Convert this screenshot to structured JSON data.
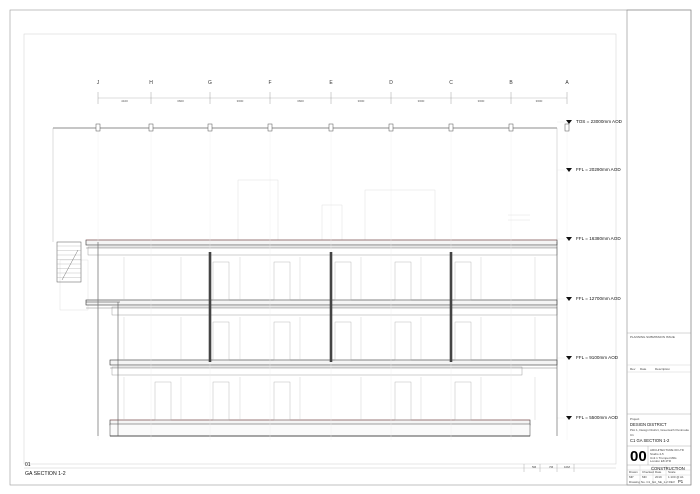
{
  "drawing": {
    "grid_labels": [
      "J",
      "H",
      "G",
      "F",
      "E",
      "D",
      "C",
      "B",
      "A"
    ],
    "grid_dims": [
      "4100",
      "3600",
      "3600",
      "3600",
      "3600",
      "3600",
      "3600",
      "3600"
    ],
    "levels": [
      "TOS = 23000mm AOD",
      "FFL = 20290mm AOD",
      "FFL = 16380mm AOD",
      "FFL = 12700mm AOD",
      "FFL = 9100mm AOD",
      "FFL = 5500mm AOD"
    ],
    "view_id": "01",
    "view_title": "GA SECTION 1-2",
    "scale_marks": [
      "5M",
      "7M",
      "10M"
    ]
  },
  "title_block": {
    "note": "PLANNING SUBMISSION ISSUE",
    "rev_headers": [
      "Rev",
      "Date",
      "Description"
    ],
    "project_label": "Project",
    "project_name": "DESIGN DISTRICT",
    "project_sub": "Plot 1, Design District, Greenwich Peninsula",
    "project_code": "C1",
    "drawing_title": "C1 GA SECTION 1-2",
    "logo": "00",
    "firm_name": "ARCHITECTURE 00 LTD",
    "firm_address": [
      "Studio 4-5",
      "Unit 1 Trumpet Mills",
      "London E8 4TR"
    ],
    "status": "CONSTRUCTION",
    "meta_labels": [
      "Drawn",
      "Checked",
      "Date",
      "Scale"
    ],
    "meta_values": [
      "MP",
      "MD",
      "2019",
      "1:100 @ A1"
    ],
    "drawing_no": "Drawing No. C1_GA_SE_1-2 REV",
    "rev": "P1"
  }
}
